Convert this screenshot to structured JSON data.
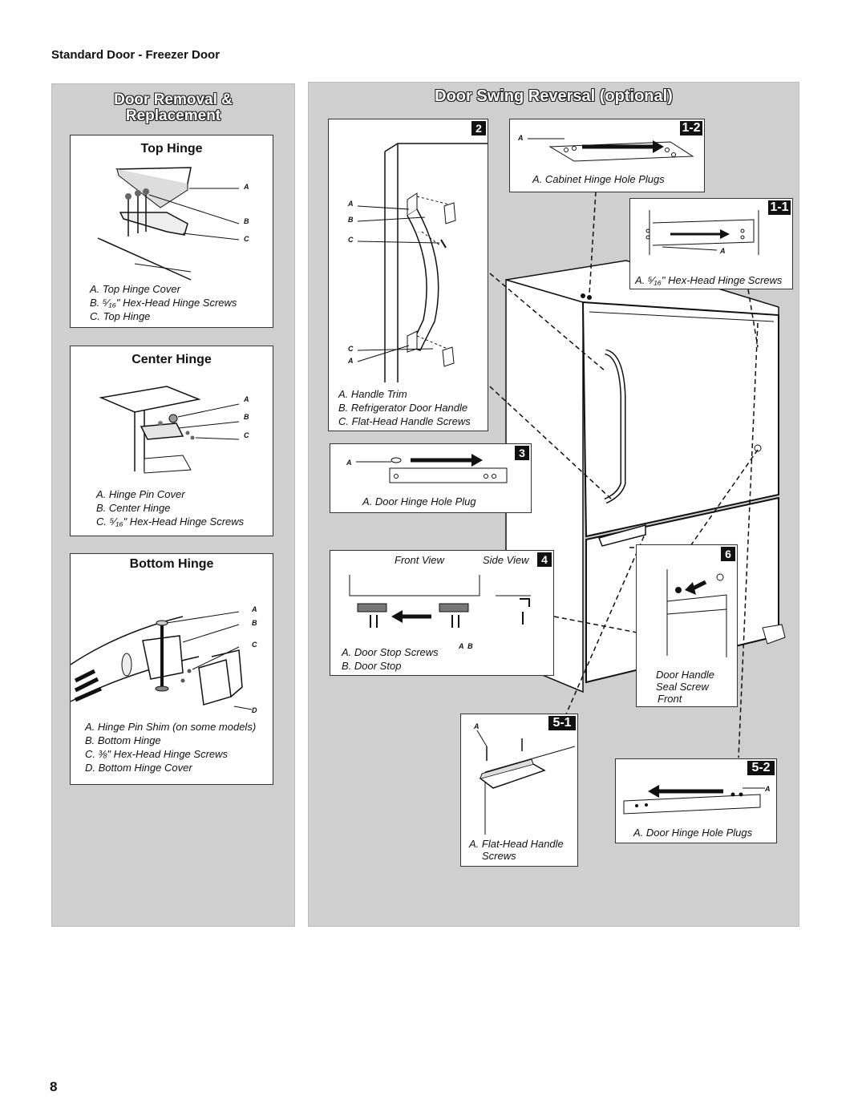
{
  "section_title": "Standard Door - Freezer Door",
  "left_panel": {
    "title_line1": "Door Removal &",
    "title_line2": "Replacement",
    "top_hinge": {
      "title": "Top Hinge",
      "labels": [
        "A",
        "B",
        "C"
      ],
      "legend": [
        "A. Top Hinge Cover",
        "B. ⁵⁄₁₆\" Hex-Head Hinge Screws",
        "C. Top Hinge"
      ]
    },
    "center_hinge": {
      "title": "Center Hinge",
      "labels": [
        "A",
        "B",
        "C"
      ],
      "legend": [
        "A. Hinge Pin Cover",
        "B. Center Hinge",
        "C. ⁵⁄₁₆\" Hex-Head Hinge Screws"
      ]
    },
    "bottom_hinge": {
      "title": "Bottom Hinge",
      "labels": [
        "A",
        "B",
        "C",
        "D"
      ],
      "legend": [
        "A. Hinge Pin Shim (on some models)",
        "B. Bottom Hinge",
        "C. ⅜\" Hex-Head Hinge Screws",
        "D. Bottom Hinge Cover"
      ]
    }
  },
  "right_panel": {
    "title": "Door Swing Reversal (optional)",
    "step_2": {
      "tag": "2",
      "labels": [
        "A",
        "B",
        "C",
        "C",
        "A"
      ],
      "legend": [
        "A. Handle Trim",
        "B. Refrigerator Door Handle",
        "C. Flat-Head Handle Screws"
      ]
    },
    "step_1_2": {
      "tag": "1-2",
      "label": "A",
      "caption": "A. Cabinet Hinge Hole Plugs"
    },
    "step_1_1": {
      "tag": "1-1",
      "label": "A",
      "caption": "A. ⁵⁄₁₆\" Hex-Head Hinge Screws"
    },
    "step_3": {
      "tag": "3",
      "label": "A",
      "caption": "A. Door Hinge Hole Plug"
    },
    "step_4": {
      "tag": "4",
      "front_view": "Front View",
      "side_view": "Side View",
      "labels": "A  B",
      "legend": [
        "A. Door Stop Screws",
        "B. Door Stop"
      ]
    },
    "step_6": {
      "tag": "6",
      "caption": [
        "Door Handle",
        "Seal Screw",
        "Front"
      ]
    },
    "step_5_1": {
      "tag": "5-1",
      "label": "A",
      "caption": [
        "A. Flat-Head Handle",
        "Screws"
      ]
    },
    "step_5_2": {
      "tag": "5-2",
      "label": "A",
      "caption": "A. Door Hinge Hole Plugs"
    }
  },
  "page_number": "8"
}
